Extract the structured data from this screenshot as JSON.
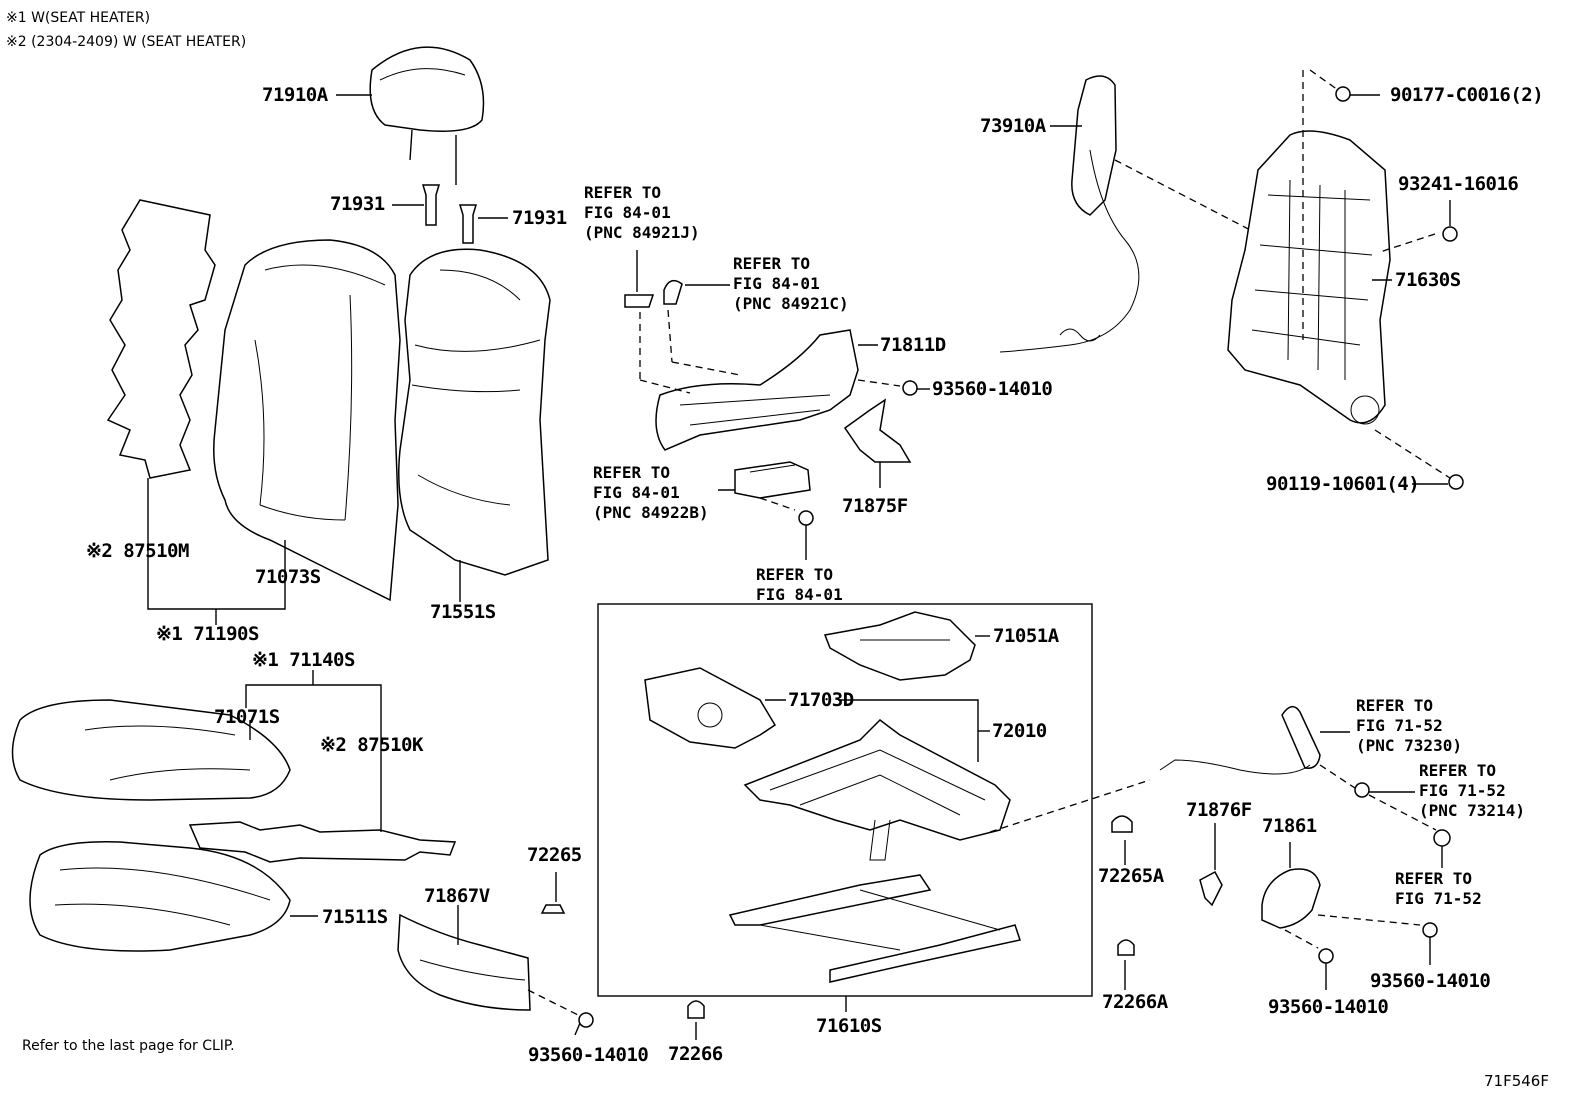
{
  "notes": {
    "note1": "※1 W(SEAT HEATER)",
    "note2": "※2 (2304-2409) W (SEAT HEATER)"
  },
  "labels": {
    "p71910A": "71910A",
    "p71931_left": "71931",
    "p71931_right": "71931",
    "p87510M": "※2 87510M",
    "p71073S": "71073S",
    "p71551S": "71551S",
    "p71190S": "※1 71190S",
    "p71140S": "※1 71140S",
    "p71071S": "71071S",
    "p87510K": "※2 87510K",
    "p71511S": "71511S",
    "p71867V": "71867V",
    "p93560_14010_a": "93560-14010",
    "p72265": "72265",
    "p72266": "72266",
    "p71811D": "71811D",
    "p93560_14010_b": "93560-14010",
    "p71875F": "71875F",
    "p73910A": "73910A",
    "p90177": "90177-C0016(2)",
    "p93241": "93241-16016",
    "p71630S": "71630S",
    "p90119": "90119-10601(4)",
    "p71051A": "71051A",
    "p71703D": "71703D",
    "p72010": "72010",
    "p71610S": "71610S",
    "p72265A": "72265A",
    "p72266A": "72266A",
    "p71876F": "71876F",
    "p71861": "71861",
    "p93560_14010_c": "93560-14010",
    "p93560_14010_d": "93560-14010"
  },
  "references": {
    "ref_84921J": "REFER TO\nFIG 84-01\n(PNC 84921J)",
    "ref_84921C": "REFER TO\nFIG 84-01\n(PNC 84921C)",
    "ref_84922B": "REFER TO\nFIG 84-01\n(PNC 84922B)",
    "ref_84_01": "REFER TO\nFIG 84-01",
    "ref_73230": "REFER TO\nFIG 71-52\n(PNC 73230)",
    "ref_73214": "REFER TO\nFIG 71-52\n(PNC 73214)",
    "ref_71_52": "REFER TO\nFIG 71-52"
  },
  "footer": {
    "clip_note": "Refer to the last page for CLIP.",
    "figure_id": "71F546F"
  }
}
